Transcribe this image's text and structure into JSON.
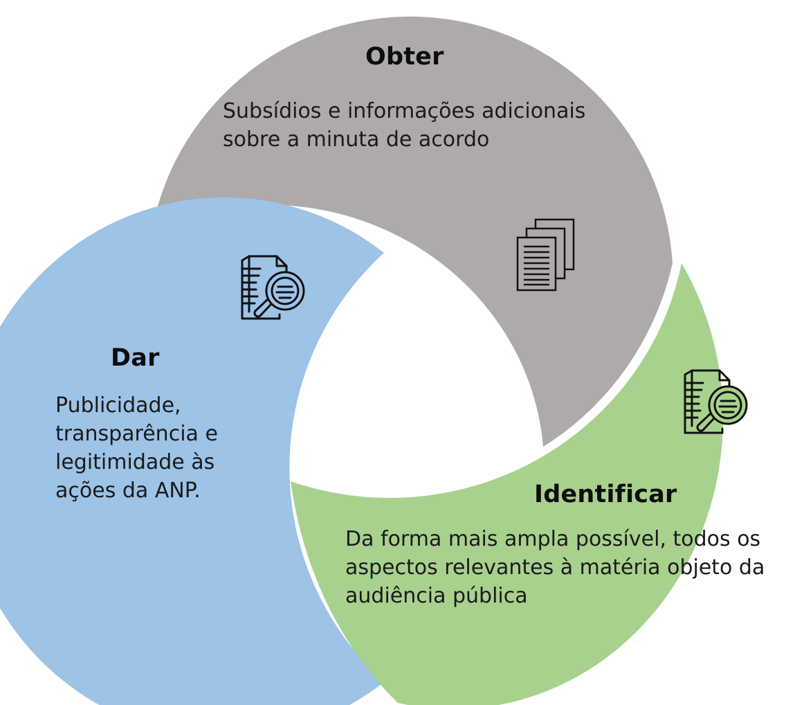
{
  "segments": {
    "obter": {
      "title": "Obter",
      "lines": [
        "Subsídios e informações adicionais",
        "sobre a minuta de acordo"
      ],
      "color": "#aeaaaa",
      "icon": "stacked-documents-icon"
    },
    "dar": {
      "title": "Dar",
      "lines": [
        "Publicidade,",
        "transparência e",
        "legitimidade às",
        "ações da ANP."
      ],
      "color": "#9dc3e6",
      "icon": "document-search-icon"
    },
    "identificar": {
      "title": "Identificar",
      "lines": [
        "Da forma mais ampla possível, todos os",
        "aspectos relevantes à matéria objeto da",
        "audiência pública"
      ],
      "color": "#a9d18e",
      "icon": "document-search-icon"
    }
  }
}
